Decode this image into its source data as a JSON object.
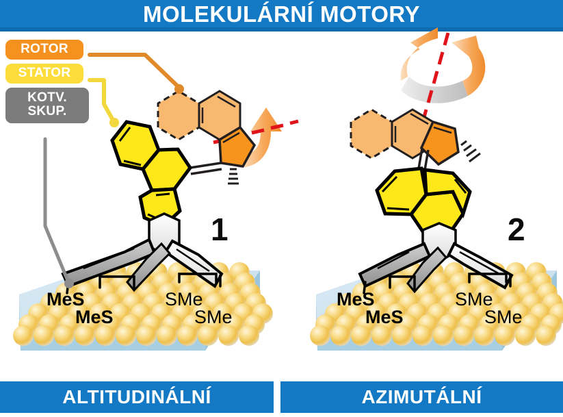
{
  "header": {
    "title": "MOLEKULÁRNÍ MOTORY",
    "bg_color": "#1479c4"
  },
  "legend": {
    "items": [
      {
        "key": "rotor",
        "label": "ROTOR",
        "color": "#f5911e",
        "leader_color": "#e08a2a"
      },
      {
        "key": "stator",
        "label": "STATOR",
        "color": "#fcdd3c",
        "leader_color": "#f2d73d"
      },
      {
        "key": "anchor",
        "label_line1": "KOTV.",
        "label_line2": "SKUP.",
        "color": "#7b7b7b",
        "leader_color": "#8d8d8d"
      }
    ]
  },
  "panels": [
    {
      "key": "altitudinal",
      "number": "1",
      "footer_label": "ALTITUDINÁLNÍ",
      "rotation_axis": "horizontal",
      "anchor_labels": [
        {
          "text": "MeS",
          "weight": "bold"
        },
        {
          "text": "MeS",
          "weight": "bold"
        },
        {
          "text": "SMe",
          "weight": "normal"
        },
        {
          "text": "SMe",
          "weight": "normal"
        }
      ]
    },
    {
      "key": "azimuthal",
      "number": "2",
      "footer_label": "AZIMUTÁLNÍ",
      "rotation_axis": "vertical",
      "anchor_labels": [
        {
          "text": "MeS",
          "weight": "bold"
        },
        {
          "text": "MeS",
          "weight": "bold"
        },
        {
          "text": "SMe",
          "weight": "normal"
        },
        {
          "text": "SMe",
          "weight": "normal"
        }
      ]
    }
  ],
  "colors": {
    "rotor_fill": "#f7941e",
    "rotor_fill_light": "#f9b870",
    "stator_fill": "#ffe81a",
    "anchor_fill_dark": "#a6a6a6",
    "anchor_fill_light": "#e9e9e9",
    "gold": "#f5c842",
    "substrate": "#b9d9e8",
    "axis_red": "#e0121a",
    "arrow_orange": "#f5a04a",
    "arrow_gray": "#c9c9c9"
  }
}
